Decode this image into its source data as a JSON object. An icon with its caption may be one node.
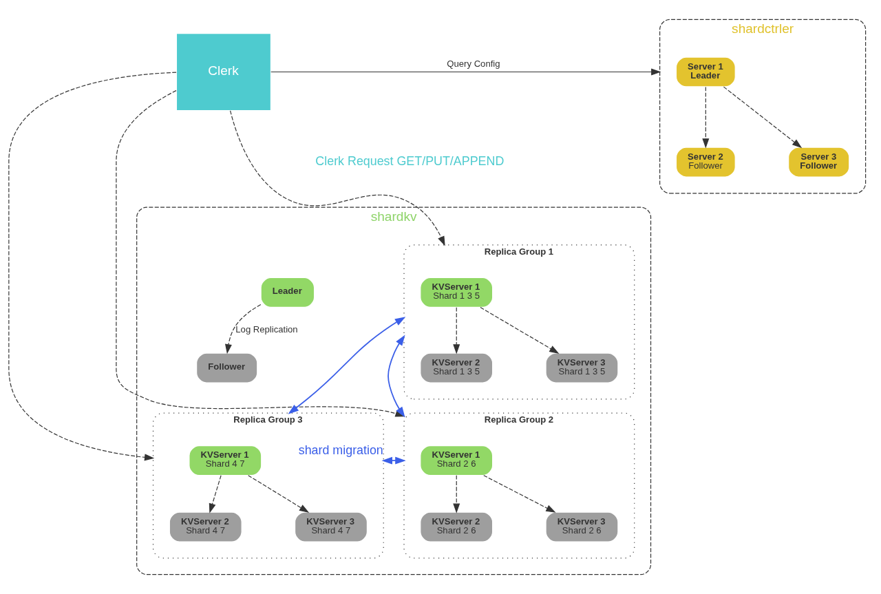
{
  "diagram": {
    "nodes": [
      {
        "text": [
          "Clerk"
        ]
      },
      {
        "text": [
          "shardctrler"
        ]
      },
      {
        "text": [
          "Server 1",
          "Leader"
        ],
        "in": 1
      },
      {
        "text": [
          "Server 2",
          "Follower"
        ],
        "in": 1
      },
      {
        "text": [
          "Server 3",
          "Follower"
        ],
        "in": 1
      },
      {
        "text": [
          "shardkv"
        ]
      },
      {
        "text": [
          "Leader"
        ],
        "in": 5
      },
      {
        "text": [
          "Follower"
        ],
        "in": 5
      },
      {
        "text": [
          "Replica Group 1"
        ],
        "in": 5
      },
      {
        "text": [
          "KVServer 1",
          "Shard 1 3 5"
        ],
        "in": 8
      },
      {
        "text": [
          "KVServer 2",
          "Shard 1 3 5"
        ],
        "in": 8
      },
      {
        "text": [
          "KVServer 3",
          "Shard 1 3 5"
        ],
        "in": 8
      },
      {
        "text": [
          "Replica Group 2"
        ],
        "in": 5
      },
      {
        "text": [
          "KVServer 1",
          "Shard 2 6"
        ],
        "in": 12
      },
      {
        "text": [
          "KVServer 2",
          "Shard 2 6"
        ],
        "in": 12
      },
      {
        "text": [
          "KVServer 3",
          "Shard 2 6"
        ],
        "in": 12
      },
      {
        "text": [
          "Replica Group 3"
        ],
        "in": 5
      },
      {
        "text": [
          "KVServer 1",
          "Shard 4 7"
        ],
        "in": 16
      },
      {
        "text": [
          "KVServer 2",
          "Shard 4 7"
        ],
        "in": 16
      },
      {
        "text": [
          "KVServer 3",
          "Shard 4 7"
        ],
        "in": 16
      }
    ],
    "edges": [
      {
        "from": 0,
        "to": 1,
        "arrow": "to",
        "label": "Query Config"
      },
      {
        "from": 2,
        "to": 3,
        "arrow": "to",
        "style": "dashed"
      },
      {
        "from": 2,
        "to": 4,
        "arrow": "to",
        "style": "dashed"
      },
      {
        "from": 0,
        "to": 8,
        "arrow": "to",
        "style": "dashed"
      },
      {
        "from": 0,
        "to": 12,
        "arrow": "to",
        "style": "dashed"
      },
      {
        "from": 0,
        "to": 16,
        "arrow": "to",
        "style": "dashed"
      },
      {
        "from": 6,
        "to": 7,
        "arrow": "to",
        "style": "dashed",
        "label": "Log Replication"
      },
      {
        "from": 9,
        "to": 10,
        "arrow": "to",
        "style": "dashed"
      },
      {
        "from": 9,
        "to": 11,
        "arrow": "to",
        "style": "dashed"
      },
      {
        "from": 13,
        "to": 14,
        "arrow": "to",
        "style": "dashed"
      },
      {
        "from": 13,
        "to": 15,
        "arrow": "to",
        "style": "dashed"
      },
      {
        "from": 17,
        "to": 18,
        "arrow": "to",
        "style": "dashed"
      },
      {
        "from": 17,
        "to": 19,
        "arrow": "to",
        "style": "dashed"
      },
      {
        "from": 8,
        "to": 12,
        "arrow": "both",
        "color": "#3b5fe8"
      },
      {
        "from": 8,
        "to": 16,
        "arrow": "both",
        "color": "#3b5fe8"
      },
      {
        "from": 12,
        "to": 16,
        "arrow": "both",
        "color": "#3b5fe8",
        "label": "shard migration"
      }
    ],
    "labels": [
      "Clerk Request GET/PUT/APPEND"
    ]
  }
}
